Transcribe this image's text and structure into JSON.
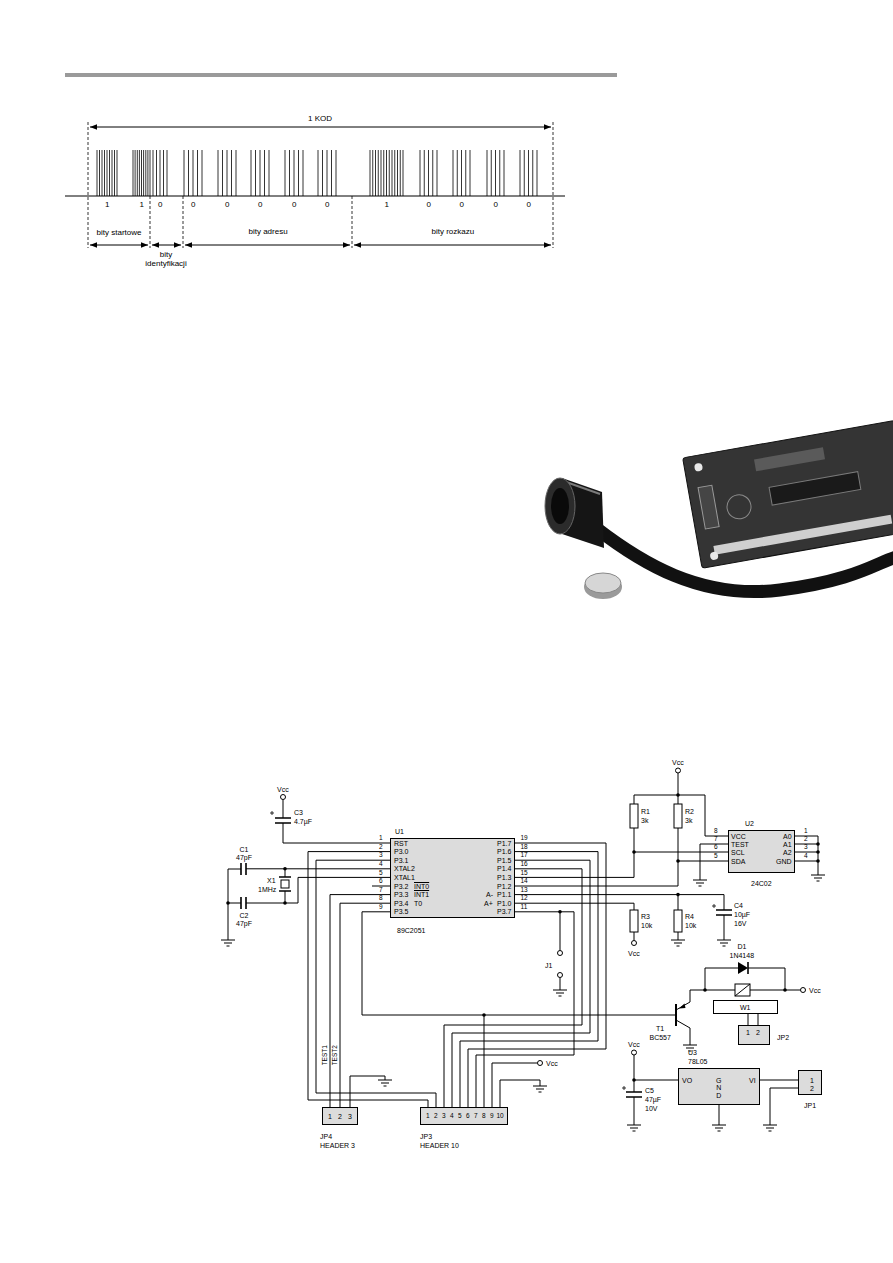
{
  "diagram": {
    "nodes": [
      {
        "text": [
          "U1",
          "RST",
          "P3.0",
          "P3.1",
          "XTAL2",
          "XTAL1",
          "P3.2",
          "INT0",
          "P3.3",
          "INT1",
          "P3.4",
          "T0",
          "P3.5",
          "P1.7",
          "P1.6",
          "P1.5",
          "P1.4",
          "P1.3",
          "P1.2",
          "A-",
          "P1.1",
          "A+",
          "P1.0",
          "P3.7",
          "89C2051"
        ]
      },
      {
        "text": [
          "U2",
          "VCC",
          "TEST",
          "SCL",
          "SDA",
          "A0",
          "A1",
          "A2",
          "GND",
          "24C02"
        ]
      },
      {
        "text": [
          "W1"
        ]
      },
      {
        "text": [
          "1",
          "2",
          "JP2"
        ]
      },
      {
        "text": [
          "U3",
          "78L05",
          "VO",
          "G N D",
          "VI"
        ]
      },
      {
        "text": [
          "1",
          "2",
          "JP1"
        ]
      },
      {
        "text": [
          "1",
          "2",
          "3",
          "JP4",
          "HEADER 3"
        ]
      },
      {
        "text": [
          "1",
          "2",
          "3",
          "4",
          "5",
          "6",
          "7",
          "8",
          "9",
          "10",
          "JP3",
          "HEADER 10"
        ]
      }
    ],
    "edges": [
      {
        "from": 0,
        "to": 1,
        "arrow": "none"
      },
      {
        "from": 0,
        "to": 1,
        "arrow": "none"
      },
      {
        "from": 0,
        "to": 6,
        "arrow": "none"
      },
      {
        "from": 0,
        "to": 6,
        "arrow": "none"
      },
      {
        "from": 0,
        "to": 7,
        "arrow": "none"
      },
      {
        "from": 0,
        "to": 7,
        "arrow": "none"
      },
      {
        "from": 0,
        "to": 7,
        "arrow": "none"
      },
      {
        "from": 0,
        "to": 7,
        "arrow": "none"
      },
      {
        "from": 0,
        "to": 7,
        "arrow": "none"
      },
      {
        "from": 0,
        "to": 7,
        "arrow": "none"
      },
      {
        "from": 2,
        "to": 3,
        "arrow": "none"
      },
      {
        "from": 2,
        "to": 3,
        "arrow": "none"
      },
      {
        "from": 4,
        "to": 5,
        "arrow": "none"
      }
    ],
    "labels": [
      "1 KOD",
      "1",
      "1",
      "0",
      "0",
      "0",
      "0",
      "0",
      "0",
      "1",
      "0",
      "0",
      "0",
      "0",
      "bity startowe",
      "bity identyfikacji",
      "bity adresu",
      "bity rozkazu",
      "Vcc",
      "C3",
      "4.7µF",
      "C1",
      "47pF",
      "X1",
      "1MHz",
      "C2",
      "47pF",
      "1",
      "2",
      "3",
      "4",
      "5",
      "6",
      "7",
      "8",
      "9",
      "19",
      "18",
      "17",
      "16",
      "15",
      "14",
      "13",
      "12",
      "11",
      "Vcc",
      "R1",
      "3k",
      "R2",
      "3k",
      "8",
      "7",
      "6",
      "5",
      "1",
      "2",
      "3",
      "4",
      "R3",
      "10k",
      "R4",
      "10k",
      "C4",
      "10µF",
      "16V",
      "Vcc",
      "J1",
      "D1",
      "1N4148",
      "Vcc",
      "T1",
      "BC557",
      "Vcc",
      "C5",
      "47µF",
      "10V",
      "Vcc",
      "TEST1",
      "TEST2"
    ]
  }
}
